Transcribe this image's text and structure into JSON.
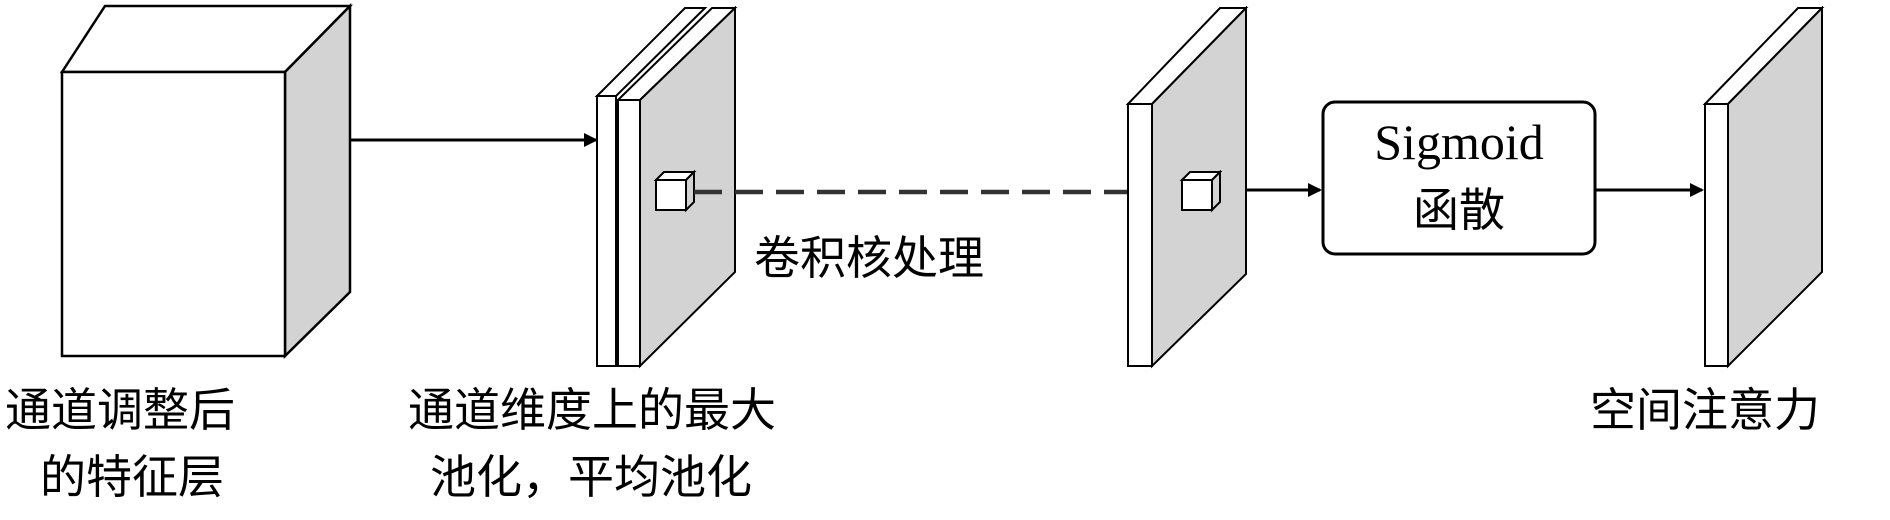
{
  "labels": {
    "input_line1": "通道调整后",
    "input_line2": "的特征层",
    "pool_line1": "通道维度上的最大",
    "pool_line2": "池化，平均池化",
    "conv": "卷积核处理",
    "sigmoid_line1": "Sigmoid",
    "sigmoid_line2": "函散",
    "output": "空间注意力"
  },
  "colors": {
    "face_front": "#ffffff",
    "face_side": "#d3d3d3",
    "stroke": "#000000",
    "dashed": "#333333"
  }
}
